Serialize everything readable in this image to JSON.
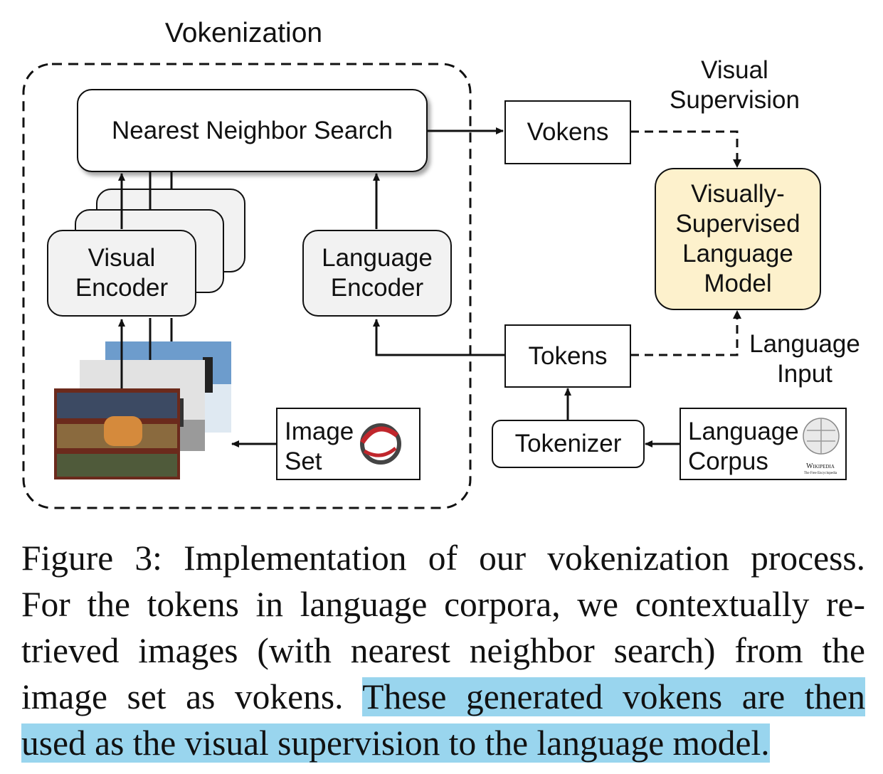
{
  "figure": {
    "title": "Vokenization",
    "nodes": {
      "nearest_neighbor": "Nearest Neighbor Search",
      "visual_encoder": "Visual\nEncoder",
      "language_encoder": "Language\nEncoder",
      "vokens": "Vokens",
      "tokens": "Tokens",
      "tokenizer": "Tokenizer",
      "vslm": "Visually-\nSupervised\nLanguage\nModel",
      "image_set": "Image\nSet",
      "language_corpus": "Language\nCorpus",
      "wiki_logo_text": "Wikipedia",
      "wiki_logo_sub": "The Free Encyclopedia"
    },
    "edge_labels": {
      "visual_supervision": "Visual\nSupervision",
      "language_input": "Language\nInput"
    },
    "colors": {
      "vslm_fill": "#fdf1cc",
      "encoder_fill": "#f2f2f2",
      "highlight": "#99d5ee"
    }
  },
  "caption": {
    "lines": [
      {
        "plain": "Figure 3: Implementation of our vokenization process.",
        "hl": ""
      },
      {
        "plain": "For the tokens in language corpora, we contextually re-",
        "hl": ""
      },
      {
        "plain": "trieved images (with nearest neighbor search) from the",
        "hl": ""
      },
      {
        "plain": "image set as vokens. ",
        "hl": "These generated vokens are then"
      },
      {
        "plain": "",
        "hl": "used as the visual supervision to the language model."
      }
    ]
  }
}
